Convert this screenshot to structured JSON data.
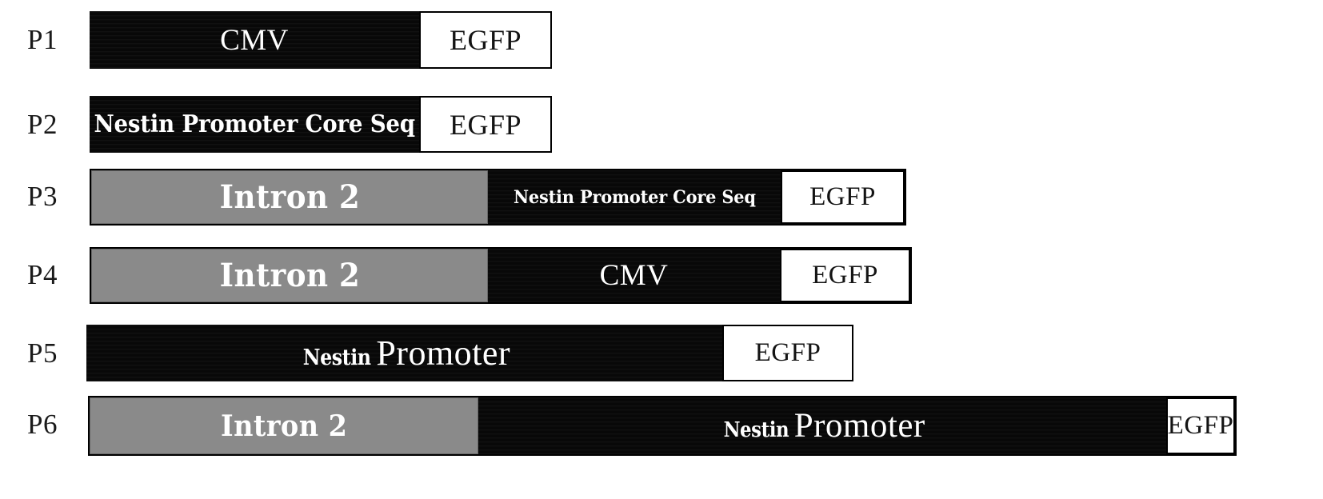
{
  "figure": {
    "title": "Promoter construct schematic",
    "background_color": "#ffffff",
    "colors": {
      "dark_segment": "#080808",
      "gray_segment": "#8a8a8a",
      "light_segment": "#ffffff",
      "outline": "#000000",
      "label_text": "#1a1a1a"
    }
  },
  "constructs": [
    {
      "label": "P1",
      "segments": [
        {
          "text": "CMV",
          "style": "dark"
        },
        {
          "text": "EGFP",
          "style": "light"
        }
      ]
    },
    {
      "label": "P2",
      "segments": [
        {
          "text": "Nestin Promoter Core Seq",
          "style": "dark"
        },
        {
          "text": "EGFP",
          "style": "light"
        }
      ]
    },
    {
      "label": "P3",
      "segments": [
        {
          "text": "Intron 2",
          "style": "gray"
        },
        {
          "text": "Nestin Promoter Core Seq",
          "style": "dark"
        },
        {
          "text": "EGFP",
          "style": "light"
        }
      ]
    },
    {
      "label": "P4",
      "segments": [
        {
          "text": "Intron 2",
          "style": "gray"
        },
        {
          "text": "CMV",
          "style": "dark"
        },
        {
          "text": "EGFP",
          "style": "light"
        }
      ]
    },
    {
      "label": "P5",
      "segments": [
        {
          "text": "Nestin Promoter",
          "text_small": "Nestin",
          "text_large": "Promoter",
          "style": "dark"
        },
        {
          "text": "EGFP",
          "style": "light"
        }
      ]
    },
    {
      "label": "P6",
      "segments": [
        {
          "text": "Intron 2",
          "style": "gray"
        },
        {
          "text": "Nestin Promoter",
          "text_small": "Nestin",
          "text_large": "Promoter",
          "style": "dark"
        },
        {
          "text": "EGFP",
          "style": "light"
        }
      ]
    }
  ]
}
